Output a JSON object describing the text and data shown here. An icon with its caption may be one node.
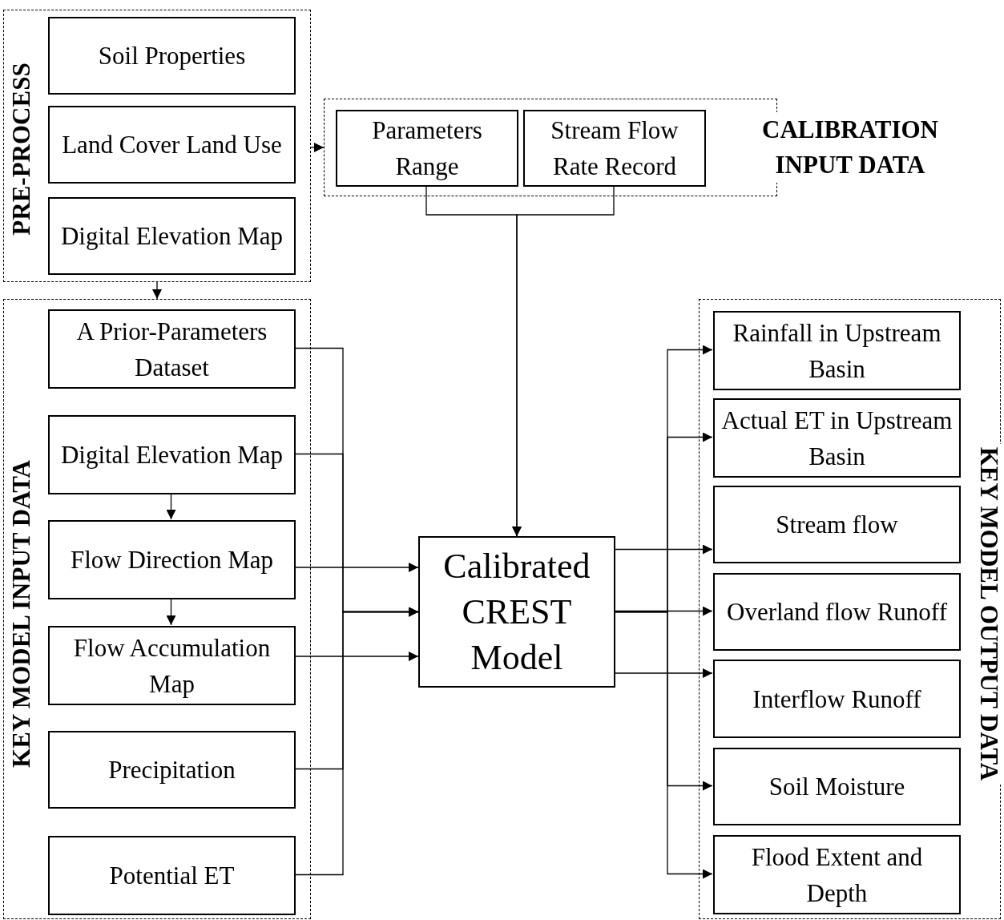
{
  "diagram": {
    "nodes": [
      {
        "text": [
          "PRE-PROCESS"
        ]
      },
      {
        "text": [
          "Soil Properties"
        ],
        "in": 0
      },
      {
        "text": [
          "Land Cover Land Use"
        ],
        "in": 0
      },
      {
        "text": [
          "Digital Elevation Map"
        ],
        "in": 0
      },
      {
        "text": [
          "CALIBRATION INPUT DATA"
        ]
      },
      {
        "text": [
          "Parameters Range"
        ],
        "in": 4
      },
      {
        "text": [
          "Stream Flow Rate Record"
        ],
        "in": 4
      },
      {
        "text": [
          "KEY MODEL INPUT DATA"
        ]
      },
      {
        "text": [
          "A Prior-Parameters Dataset"
        ],
        "in": 7
      },
      {
        "text": [
          "Digital Elevation Map"
        ],
        "in": 7
      },
      {
        "text": [
          "Flow Direction Map"
        ],
        "in": 7
      },
      {
        "text": [
          "Flow Accumulation Map"
        ],
        "in": 7
      },
      {
        "text": [
          "Precipitation"
        ],
        "in": 7
      },
      {
        "text": [
          "Potential ET"
        ],
        "in": 7
      },
      {
        "text": [
          "Calibrated CREST Model"
        ]
      },
      {
        "text": [
          "KEY MODEL OUTPUT DATA"
        ]
      },
      {
        "text": [
          "Rainfall in Upstream Basin"
        ],
        "in": 15
      },
      {
        "text": [
          "Actual ET in Upstream Basin"
        ],
        "in": 15
      },
      {
        "text": [
          "Stream flow"
        ],
        "in": 15
      },
      {
        "text": [
          "Overland flow Runoff"
        ],
        "in": 15
      },
      {
        "text": [
          "Interflow Runoff"
        ],
        "in": 15
      },
      {
        "text": [
          "Soil Moisture"
        ],
        "in": 15
      },
      {
        "text": [
          "Flood Extent and Depth"
        ],
        "in": 15
      }
    ],
    "edges": [
      {
        "from": 0,
        "to": 4,
        "arrow": "to"
      },
      {
        "from": 0,
        "to": 7,
        "arrow": "to"
      },
      {
        "from": 5,
        "to": 14,
        "arrow": "to"
      },
      {
        "from": 6,
        "to": 14,
        "arrow": "to"
      },
      {
        "from": 9,
        "to": 10,
        "arrow": "to"
      },
      {
        "from": 10,
        "to": 11,
        "arrow": "to"
      },
      {
        "from": 8,
        "to": 14,
        "arrow": "to"
      },
      {
        "from": 9,
        "to": 14,
        "arrow": "to"
      },
      {
        "from": 10,
        "to": 14,
        "arrow": "to"
      },
      {
        "from": 11,
        "to": 14,
        "arrow": "to"
      },
      {
        "from": 12,
        "to": 14,
        "arrow": "to"
      },
      {
        "from": 13,
        "to": 14,
        "arrow": "to"
      },
      {
        "from": 14,
        "to": 16,
        "arrow": "to"
      },
      {
        "from": 14,
        "to": 17,
        "arrow": "to"
      },
      {
        "from": 14,
        "to": 18,
        "arrow": "to"
      },
      {
        "from": 14,
        "to": 19,
        "arrow": "to"
      },
      {
        "from": 14,
        "to": 20,
        "arrow": "to"
      },
      {
        "from": 14,
        "to": 21,
        "arrow": "to"
      },
      {
        "from": 14,
        "to": 22,
        "arrow": "to"
      }
    ]
  }
}
